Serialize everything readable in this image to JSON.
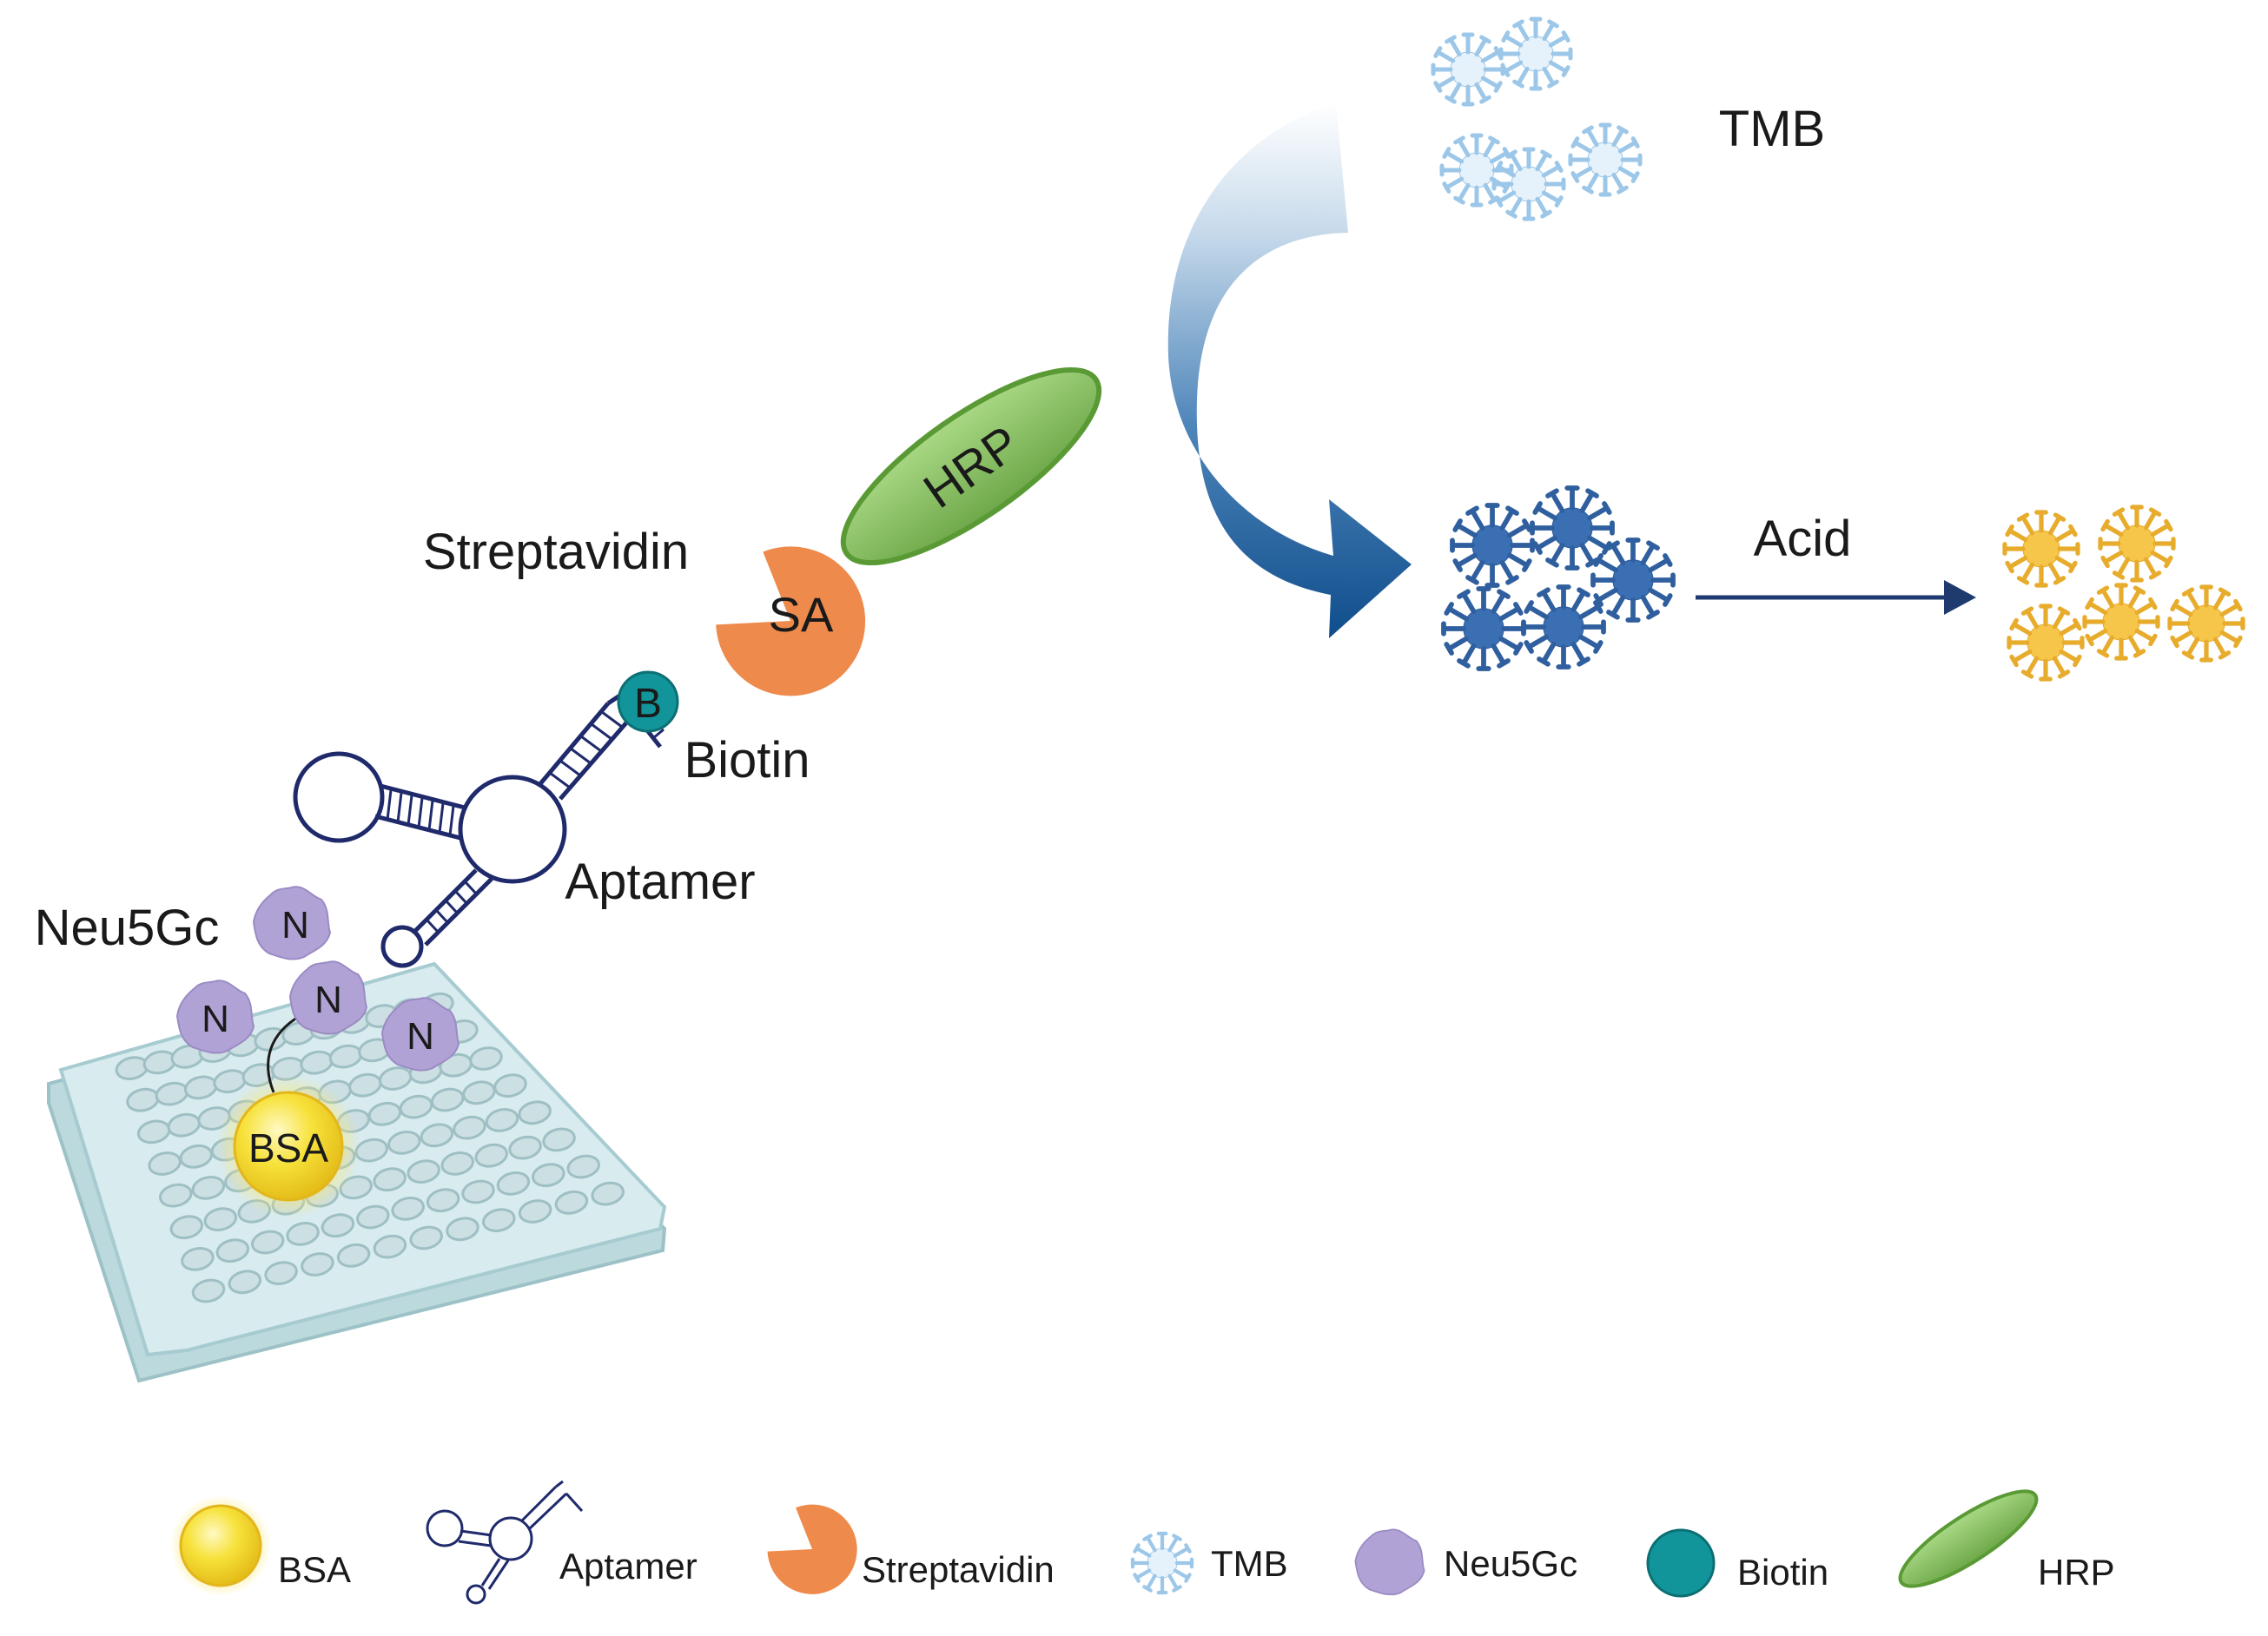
{
  "labels": {
    "tmb": "TMB",
    "streptavidin": "Streptavidin",
    "biotin": "Biotin",
    "aptamer": "Aptamer",
    "neu5gc": "Neu5Gc",
    "acid": "Acid"
  },
  "glyphs": {
    "sa": "SA",
    "hrp": "HRP",
    "biotin_letter": "B",
    "neu5gc_letter": "N",
    "bsa": "BSA"
  },
  "legend": {
    "items": [
      {
        "label": "BSA",
        "icon": "bsa-sphere-icon"
      },
      {
        "label": "Aptamer",
        "icon": "aptamer-icon"
      },
      {
        "label": "Streptavidin",
        "icon": "streptavidin-icon"
      },
      {
        "label": "TMB",
        "icon": "tmb-molecule-icon"
      },
      {
        "label": "Neu5Gc",
        "icon": "neu5gc-icon"
      },
      {
        "label": "Biotin",
        "icon": "biotin-icon"
      },
      {
        "label": "HRP",
        "icon": "hrp-icon"
      }
    ]
  },
  "colors": {
    "tmb_colorless": "#dcecf8",
    "tmb_oxidized": "#3b6fb3",
    "tmb_yellow": "#f6c64a",
    "streptavidin": "#ee8a4b",
    "hrp": "#8ac163",
    "biotin": "#12959a",
    "neu5gc": "#b1a2d6",
    "bsa": "#f6d92c",
    "aptamer": "#1f2a6b",
    "arrow": "#1e4f8c",
    "plate": "#cfe3e6"
  }
}
